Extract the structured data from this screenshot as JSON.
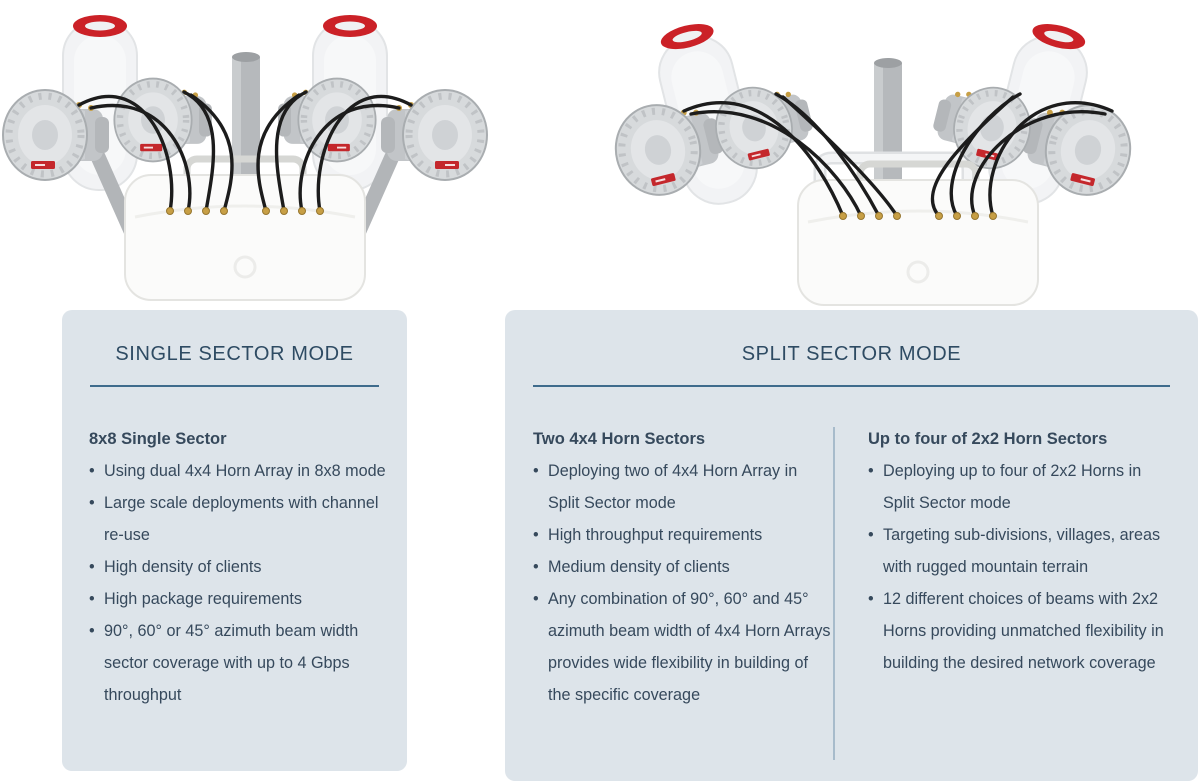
{
  "photos": {
    "single_sector_label": "Dual 4x4 horn antenna array assembly with radio unit and cables",
    "split_sector_label": "Outward-tilted horn antenna arrays assembly with radio unit and cables"
  },
  "cards": {
    "single": {
      "title": "SINGLE SECTOR MODE",
      "sections": [
        {
          "heading": "8x8 Single Sector",
          "bullets": [
            "Using dual 4x4 Horn Array in 8x8 mode",
            "Large scale deployments with channel re-use",
            "High density of clients",
            "High package requirements",
            "90°, 60° or 45° azimuth beam width sector coverage with up to 4 Gbps throughput"
          ]
        }
      ]
    },
    "split": {
      "title": "SPLIT SECTOR MODE",
      "sections": [
        {
          "heading": "Two 4x4 Horn Sectors",
          "bullets": [
            "Deploying two of 4x4 Horn Array in Split Sector mode",
            "High throughput requirements",
            "Medium density of clients",
            "Any combination of 90°, 60° and 45° azimuth beam width of 4x4 Horn Arrays provides wide flexibility in building of the specific coverage"
          ]
        },
        {
          "heading": "Up to four of 2x2 Horn Sectors",
          "bullets": [
            "Deploying up to four of 2x2 Horns in Split Sector mode",
            "Targeting sub-divisions, villages, areas with rugged mountain terrain",
            "12 different choices of beams with 2x2 Horns providing unmatched flexibility in building the desired network coverage"
          ]
        }
      ]
    }
  },
  "colors": {
    "card_bg": "#dde4ea",
    "title_text": "#2e4b63",
    "body_text": "#36495c",
    "title_rule": "#3e6b8c",
    "column_divider": "#a7bbcb",
    "accent_red": "#cb2127",
    "cable_black": "#1c1c1c",
    "metal_gray": "#b4b7ba"
  }
}
